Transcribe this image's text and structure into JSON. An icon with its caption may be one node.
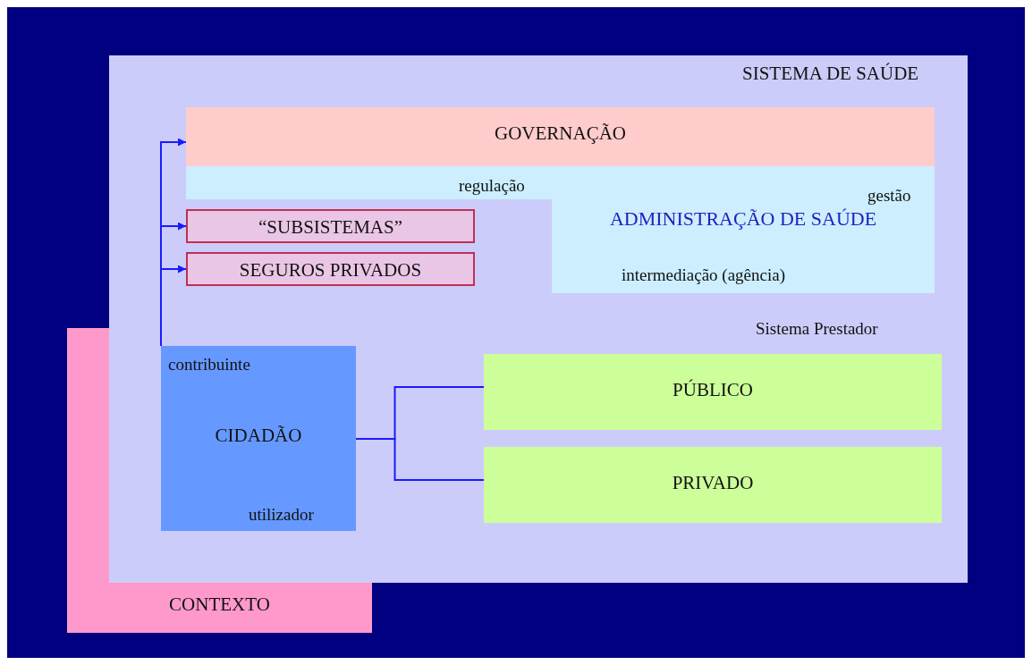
{
  "diagram": {
    "nodes": [
      {
        "text": [
          "SISTEMA DE SAÚDE"
        ]
      },
      {
        "text": [
          "GOVERNAÇÃO"
        ],
        "in": 0
      },
      {
        "text": [
          "regulação",
          "gestão",
          "ADMINISTRAÇÃO DE SAÚDE",
          "intermediação (agência)"
        ],
        "in": 0
      },
      {
        "text": [
          "“SUBSISTEMAS”"
        ],
        "in": 0
      },
      {
        "text": [
          "SEGUROS PRIVADOS"
        ],
        "in": 0
      },
      {
        "text": [
          "contribuinte",
          "CIDADÃO",
          "utilizador"
        ],
        "in": 0
      },
      {
        "text": [
          "PÚBLICO"
        ],
        "in": 0
      },
      {
        "text": [
          "PRIVADO"
        ],
        "in": 0
      },
      {
        "text": [
          "CONTEXTO"
        ]
      }
    ],
    "edges": [
      {
        "from": 5,
        "to": 1,
        "arrow": "to"
      },
      {
        "from": 5,
        "to": 3,
        "arrow": "to"
      },
      {
        "from": 5,
        "to": 4,
        "arrow": "to"
      },
      {
        "from": 5,
        "to": 6,
        "arrow": "none"
      },
      {
        "from": 5,
        "to": 7,
        "arrow": "none"
      }
    ],
    "labels": [
      "Sistema Prestador"
    ]
  }
}
